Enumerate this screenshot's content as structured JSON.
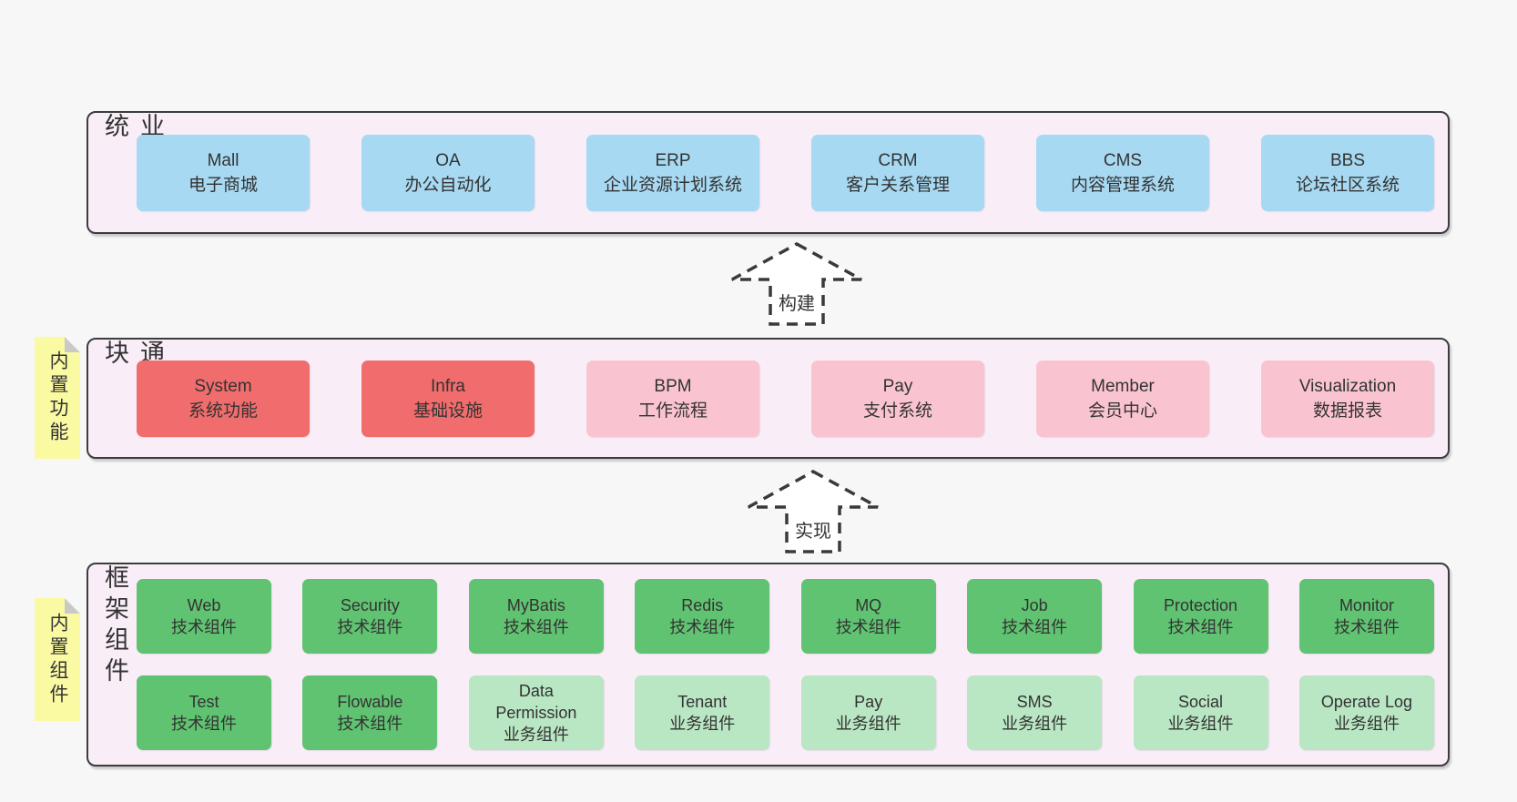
{
  "page": {
    "background": "#f7f7f7"
  },
  "colors": {
    "container_fill": "#f9eef8",
    "container_border": "#3c3c3c",
    "blue_box": "#a7d9f2",
    "red_box": "#f16c6c",
    "pink_box": "#f9c4cf",
    "green_box": "#60c371",
    "light_green_box": "#b9e6c3",
    "note_yellow": "#fafaa3",
    "note_fold": "#c9c9c9",
    "text": "#333333",
    "arrow_stroke": "#3a3a3a"
  },
  "arrows": [
    {
      "label": "构建"
    },
    {
      "label": "实现"
    }
  ],
  "layers": [
    {
      "name": "business-systems",
      "side_label": "业务系统",
      "note_label": null,
      "rows": [
        [
          {
            "title": "Mall",
            "subtitle": "电子商城",
            "variant": "blue"
          },
          {
            "title": "OA",
            "subtitle": "办公自动化",
            "variant": "blue"
          },
          {
            "title": "ERP",
            "subtitle": "企业资源计划系统",
            "variant": "blue"
          },
          {
            "title": "CRM",
            "subtitle": "客户关系管理",
            "variant": "blue"
          },
          {
            "title": "CMS",
            "subtitle": "内容管理系统",
            "variant": "blue"
          },
          {
            "title": "BBS",
            "subtitle": "论坛社区系统",
            "variant": "blue"
          }
        ]
      ]
    },
    {
      "name": "common-modules",
      "side_label": "通用模块",
      "note_label": "内置功能",
      "rows": [
        [
          {
            "title": "System",
            "subtitle": "系统功能",
            "variant": "red"
          },
          {
            "title": "Infra",
            "subtitle": "基础设施",
            "variant": "red"
          },
          {
            "title": "BPM",
            "subtitle": "工作流程",
            "variant": "pink"
          },
          {
            "title": "Pay",
            "subtitle": "支付系统",
            "variant": "pink"
          },
          {
            "title": "Member",
            "subtitle": "会员中心",
            "variant": "pink"
          },
          {
            "title": "Visualization",
            "subtitle": "数据报表",
            "variant": "pink"
          }
        ]
      ]
    },
    {
      "name": "framework-components",
      "side_label": "框架组件",
      "note_label": "内置组件",
      "rows": [
        [
          {
            "title": "Web",
            "subtitle": "技术组件",
            "variant": "green"
          },
          {
            "title": "Security",
            "subtitle": "技术组件",
            "variant": "green"
          },
          {
            "title": "MyBatis",
            "subtitle": "技术组件",
            "variant": "green"
          },
          {
            "title": "Redis",
            "subtitle": "技术组件",
            "variant": "green"
          },
          {
            "title": "MQ",
            "subtitle": "技术组件",
            "variant": "green"
          },
          {
            "title": "Job",
            "subtitle": "技术组件",
            "variant": "green"
          },
          {
            "title": "Protection",
            "subtitle": "技术组件",
            "variant": "green"
          },
          {
            "title": "Monitor",
            "subtitle": "技术组件",
            "variant": "green"
          }
        ],
        [
          {
            "title": "Test",
            "subtitle": "技术组件",
            "variant": "green"
          },
          {
            "title": "Flowable",
            "subtitle": "技术组件",
            "variant": "green"
          },
          {
            "title": "Data Permission",
            "subtitle": "业务组件",
            "variant": "light-green"
          },
          {
            "title": "Tenant",
            "subtitle": "业务组件",
            "variant": "light-green"
          },
          {
            "title": "Pay",
            "subtitle": "业务组件",
            "variant": "light-green"
          },
          {
            "title": "SMS",
            "subtitle": "业务组件",
            "variant": "light-green"
          },
          {
            "title": "Social",
            "subtitle": "业务组件",
            "variant": "light-green"
          },
          {
            "title": "Operate Log",
            "subtitle": "业务组件",
            "variant": "light-green"
          }
        ]
      ]
    }
  ]
}
